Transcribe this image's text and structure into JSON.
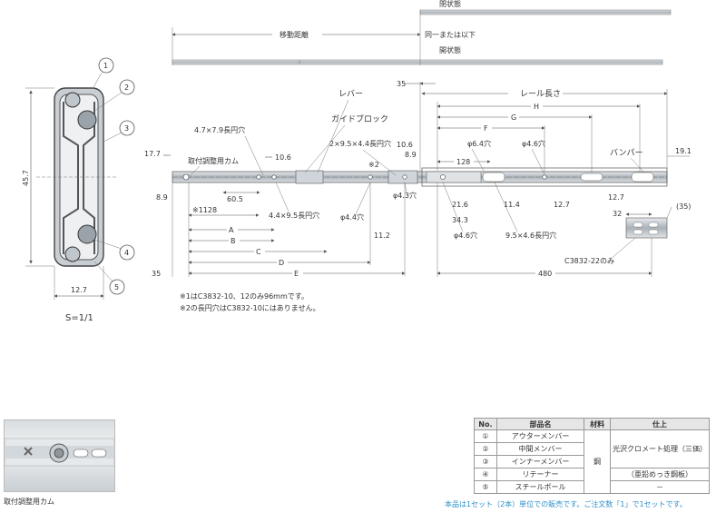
{
  "section": {
    "dim_height": "45.7",
    "dim_width": "12.7",
    "callouts": [
      "1",
      "2",
      "3",
      "4",
      "5"
    ],
    "scale": "S=1/1"
  },
  "states": {
    "closed": "閉状態",
    "open": "開状態",
    "travel": "移動距離",
    "same_or_less": "同一または以下"
  },
  "labels": {
    "lever": "レバー",
    "guide_block": "ガイドブロック",
    "rail_length": "レール長さ",
    "bumper": "バンパー",
    "mount_cam": "取付調整用カム",
    "slot_47x79": "4.7×7.9長円穴",
    "slot_2x95x44": "2×9.5×4.4長円穴",
    "slot_44x95": "4.4×9.5長円穴",
    "hole_44": "φ4.4穴",
    "hole_43": "φ4.3穴",
    "hole_64": "φ6.4穴",
    "hole_46a": "φ4.6穴",
    "hole_46b": "φ4.6穴",
    "slot_95x46": "9.5×4.6長円穴",
    "note2_mark": "※2",
    "c3832_22": "C3832-22のみ"
  },
  "dims": {
    "d35_top": "35",
    "d35_bottom": "35",
    "d17_7": "17.7",
    "d8_9_left": "8.9",
    "d60_5": "60.5",
    "d10_6_left": "10.6",
    "d128_note": "※1128",
    "A": "A",
    "B": "B",
    "C": "C",
    "D": "D",
    "E": "E",
    "F": "F",
    "G": "G",
    "H": "H",
    "d10_6_mid": "10.6",
    "d8_9_mid": "8.9",
    "d128": "128",
    "d21_6": "21.6",
    "d34_3": "34.3",
    "d11_2": "11.2",
    "d11_4": "11.4",
    "d12_7a": "12.7",
    "d12_7b": "12.7",
    "d19_1": "19.1",
    "d32": "32",
    "d35_paren": "(35)",
    "d480": "480"
  },
  "notes": [
    "※1はC3832-10、12のみ96mmです。",
    "※2の長円穴はC3832-10にはありません。"
  ],
  "photo_caption": "取付調整用カム",
  "table": {
    "headers": [
      "No.",
      "部品名",
      "材料",
      "仕上"
    ],
    "rows": [
      {
        "no": "①",
        "name": "アウターメンバー",
        "finish": "光沢クロメート処理（三価）"
      },
      {
        "no": "②",
        "name": "中間メンバー"
      },
      {
        "no": "③",
        "name": "インナーメンバー"
      },
      {
        "no": "④",
        "name": "リテーナー",
        "finish": "（亜鉛めっき鋼板）"
      },
      {
        "no": "⑤",
        "name": "スチールボール",
        "finish": "－"
      }
    ],
    "material": "鋼"
  },
  "footer": "本品は1セット（2本）単位での販売です。ご注文数「1」で1セットです。",
  "colors": {
    "accent": "#2e8fc8",
    "line": "#555555",
    "metal": "#9aa3aa"
  }
}
